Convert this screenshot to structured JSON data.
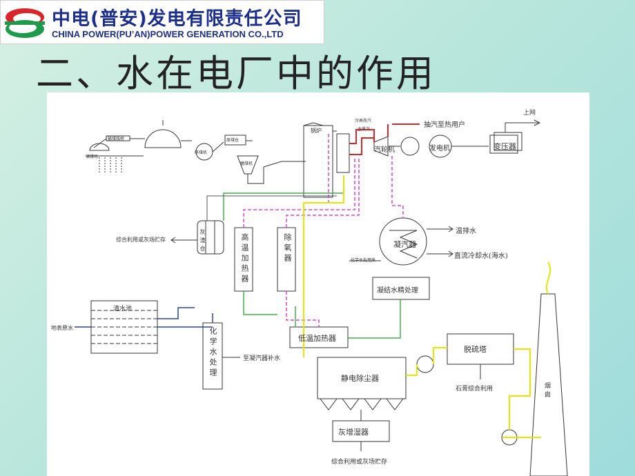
{
  "header": {
    "company_cn": "中电(普安)发电有限责任公司",
    "company_en": "CHINA POWER(PU’AN)POWER GENERATION CO.,LTD"
  },
  "slide": {
    "title": "二、水在电厂中的作用"
  },
  "diagram": {
    "grid_out": "上网",
    "transformer": "变压器",
    "generator": "发电机",
    "turbine": "汽轮机",
    "steam_to_users": "抽汽至热用户",
    "boiler": "锅炉",
    "reheat_cold": "冷再热汽",
    "main_steam": "主蒸汽",
    "coal_yard": "储煤场",
    "coal_conveyor": "输煤栈桥",
    "coal_crusher": "碎煤机",
    "coal_bin": "原煤仓",
    "mill": "磨煤机",
    "ash_use_top": "综合利用或灰场贮存",
    "ash_silo": "灰渣仓",
    "hp_heater": "高温加热器",
    "deaerator": "除氧器",
    "condenser": "凝汽器",
    "warm_drain": "温排水",
    "cooling_water": "直流冷却水(海水)",
    "chem_makeup_small": "化学水处理来",
    "condensate_polish": "凝结水精处理",
    "clear_pool": "清水池",
    "surface_water": "地表原水",
    "chem_treatment": "化学水处理",
    "to_condenser": "至凝汽器补水",
    "lp_heater": "低温加热器",
    "esp": "静电除尘器",
    "desulfur": "脱硫塔",
    "gypsum": "石膏综合利用",
    "chimney": "烟囱",
    "ash_humidifier": "灰增湿器",
    "ash_use_bottom": "综合利用或灰场贮存"
  },
  "colors": {
    "title": "#222222",
    "logo_text": "#1d2f8c",
    "steam": "#d9262b",
    "feedwater": "#e040d0",
    "fluegas": "#e6e600",
    "water": "#2a3fb4",
    "ash": "#3fb048"
  }
}
